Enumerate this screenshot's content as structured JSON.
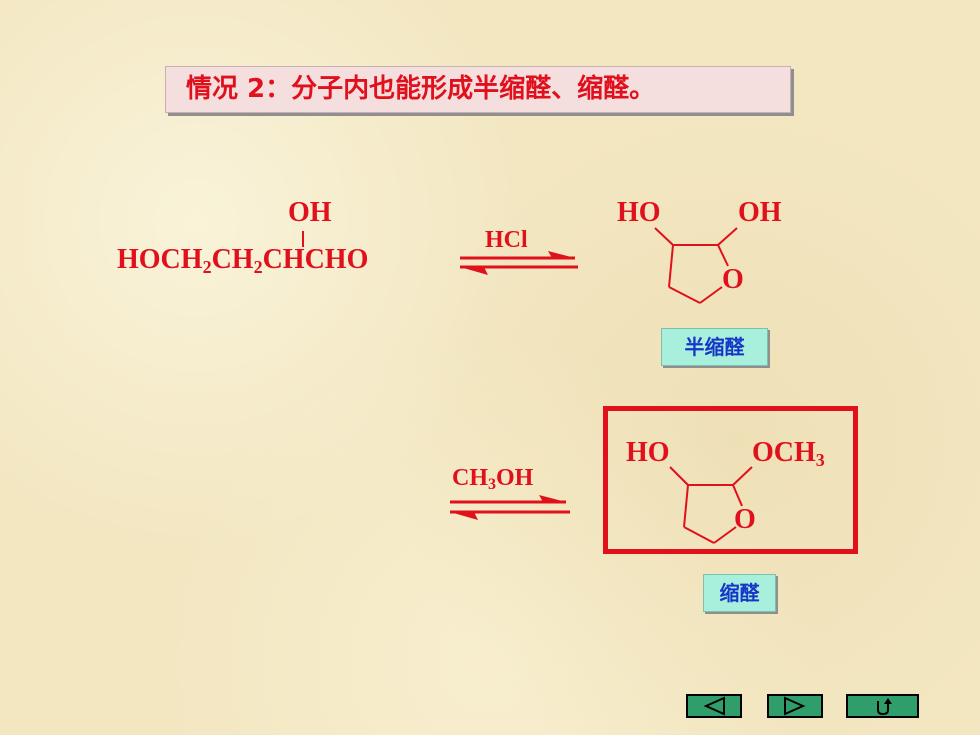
{
  "title": "情况 2：分子内也能形成半缩醛、缩醛。",
  "reactant": {
    "oh": "OH",
    "p1": "HOCH",
    "s1": "2",
    "p2": "CH",
    "s2": "2",
    "p3": "CHCHO"
  },
  "reaction1": {
    "reagent": "HCl"
  },
  "reaction2": {
    "reagent_main": "CH",
    "reagent_sub": "3",
    "reagent_tail": "OH"
  },
  "hemiacetal": {
    "ho": "HO",
    "oh": "OH",
    "ring_o": "O",
    "label": "半缩醛"
  },
  "acetal": {
    "ho": "HO",
    "och": "OCH",
    "och_sub": "3",
    "ring_o": "O",
    "label": "缩醛"
  },
  "nav": {
    "prev": "◁",
    "next": "▷",
    "return": "↺"
  },
  "colors": {
    "red": "#e0101c",
    "label_bg": "#a9f0dc",
    "label_text": "#1536c8",
    "nav_green": "#2f9e6b"
  }
}
